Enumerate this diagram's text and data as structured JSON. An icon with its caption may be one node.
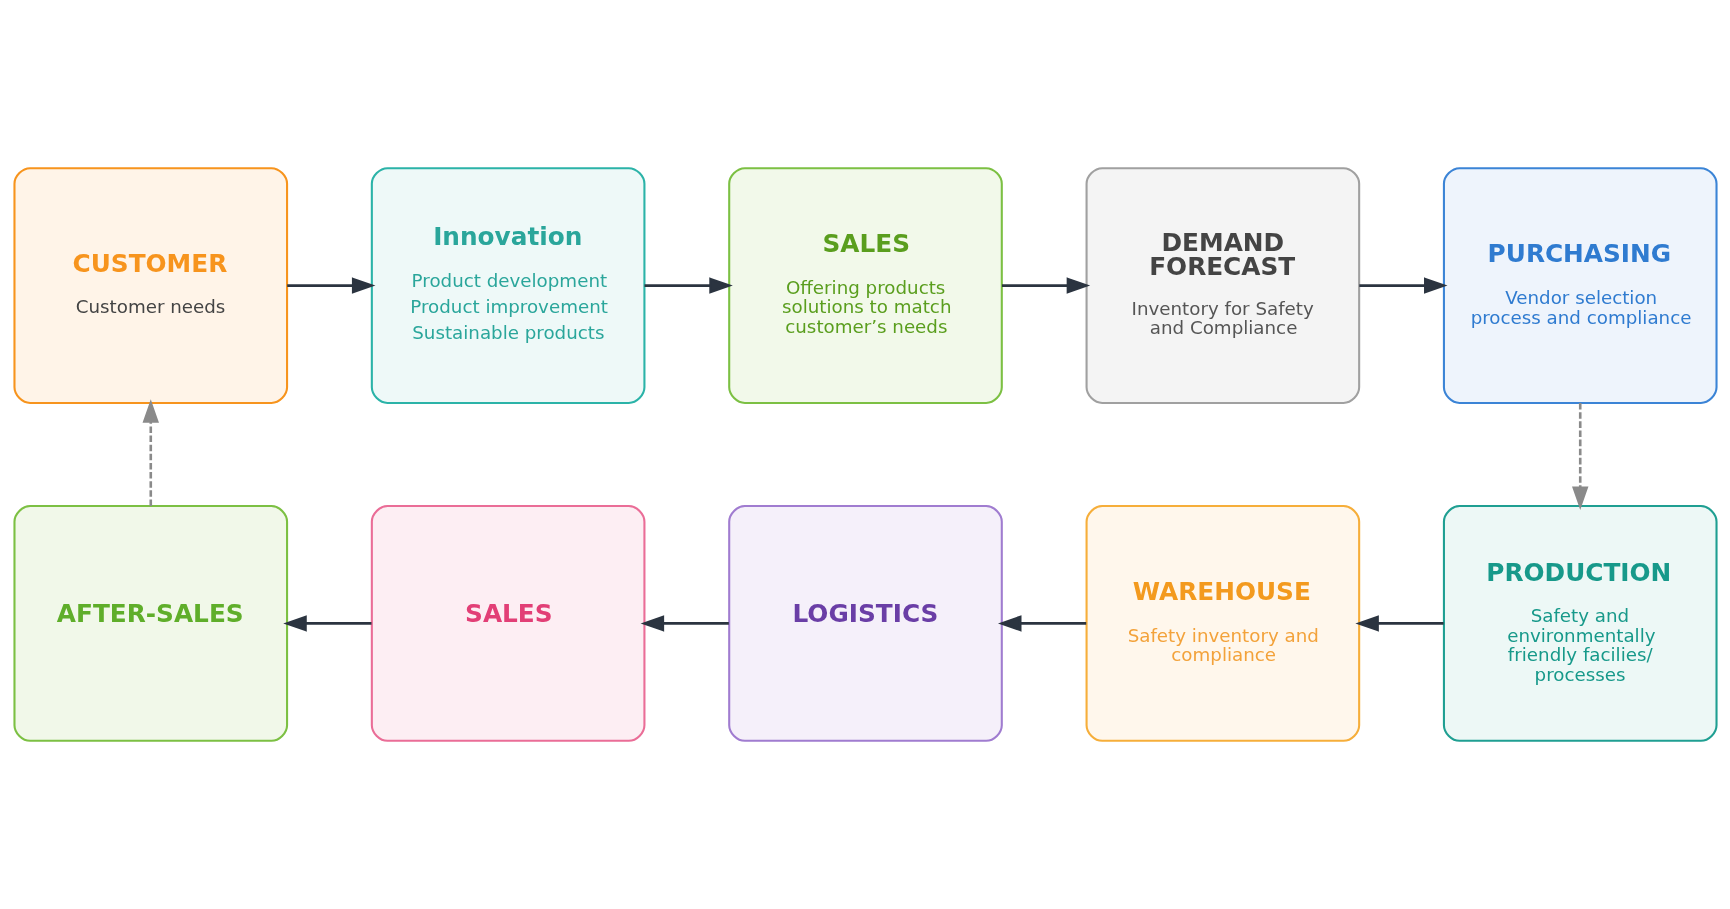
{
  "diagram": {
    "nodes": [
      {
        "text": [
          "CUSTOMER",
          "Customer needs"
        ]
      },
      {
        "text": [
          "Innovation",
          "Product development",
          "Product improvement",
          "Sustainable products"
        ]
      },
      {
        "text": [
          "SALES",
          "Offering products solutions to match customer’s needs"
        ]
      },
      {
        "text": [
          "DEMAND FORECAST",
          "Inventory for Safety and Compliance"
        ]
      },
      {
        "text": [
          "PURCHASING",
          "Vendor selection process and compliance"
        ]
      },
      {
        "text": [
          "PRODUCTION",
          "Safety and environmentally friendly facilies/ processes"
        ]
      },
      {
        "text": [
          "WAREHOUSE",
          "Safety inventory and compliance"
        ]
      },
      {
        "text": [
          "LOGISTICS"
        ]
      },
      {
        "text": [
          "SALES"
        ]
      },
      {
        "text": [
          "AFTER-SALES"
        ]
      }
    ],
    "edges": [
      {
        "from": 0,
        "to": 1,
        "arrow": "to"
      },
      {
        "from": 1,
        "to": 2,
        "arrow": "to"
      },
      {
        "from": 2,
        "to": 3,
        "arrow": "to"
      },
      {
        "from": 3,
        "to": 4,
        "arrow": "to"
      },
      {
        "from": 4,
        "to": 5,
        "arrow": "to",
        "style": "dashed",
        "color": "#8a8a8a"
      },
      {
        "from": 5,
        "to": 6,
        "arrow": "to"
      },
      {
        "from": 6,
        "to": 7,
        "arrow": "to"
      },
      {
        "from": 7,
        "to": 8,
        "arrow": "to"
      },
      {
        "from": 8,
        "to": 9,
        "arrow": "to"
      },
      {
        "from": 9,
        "to": 0,
        "arrow": "to",
        "style": "dashed",
        "color": "#8a8a8a"
      }
    ]
  }
}
